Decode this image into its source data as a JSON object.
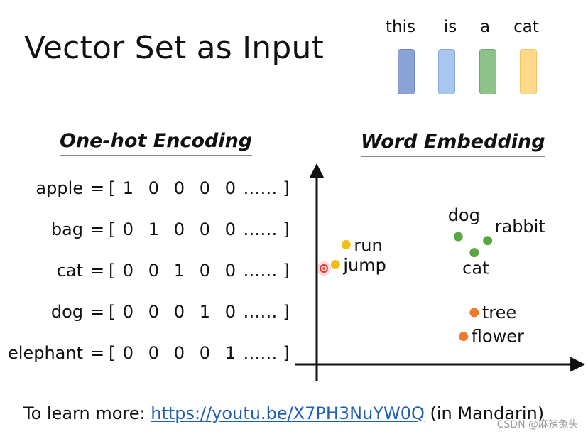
{
  "title": "Vector Set as Input",
  "tokens": [
    {
      "label": "this",
      "color": "#8aa2d6",
      "border": "#6d86c0"
    },
    {
      "label": "is",
      "color": "#a9c7ee",
      "border": "#86abdf"
    },
    {
      "label": "a",
      "color": "#8dc28a",
      "border": "#6ea66b"
    },
    {
      "label": "cat",
      "color": "#ffd88a",
      "border": "#f2c263"
    }
  ],
  "onehot": {
    "heading": "One-hot Encoding",
    "equals": "=",
    "open_bracket": "[",
    "close_bracket": "]",
    "ellipsis": "……",
    "rows": [
      {
        "word": "apple",
        "values": [
          "1",
          "0",
          "0",
          "0",
          "0"
        ]
      },
      {
        "word": "bag",
        "values": [
          "0",
          "1",
          "0",
          "0",
          "0"
        ]
      },
      {
        "word": "cat",
        "values": [
          "0",
          "0",
          "1",
          "0",
          "0"
        ]
      },
      {
        "word": "dog",
        "values": [
          "0",
          "0",
          "0",
          "1",
          "0"
        ]
      },
      {
        "word": "elephant",
        "values": [
          "0",
          "0",
          "0",
          "0",
          "1"
        ]
      }
    ]
  },
  "embedding": {
    "heading": "Word Embedding",
    "points": [
      {
        "word": "run",
        "group": "verb",
        "x": 0.11,
        "y": 0.6
      },
      {
        "word": "jump",
        "group": "verb",
        "x": 0.07,
        "y": 0.5
      },
      {
        "word": "dog",
        "group": "animal",
        "x": 0.53,
        "y": 0.64
      },
      {
        "word": "rabbit",
        "group": "animal",
        "x": 0.64,
        "y": 0.62
      },
      {
        "word": "cat",
        "group": "animal",
        "x": 0.59,
        "y": 0.56
      },
      {
        "word": "tree",
        "group": "plant",
        "x": 0.59,
        "y": 0.26
      },
      {
        "word": "flower",
        "group": "plant",
        "x": 0.55,
        "y": 0.14
      }
    ],
    "group_colors": {
      "verb": "#f2bf19",
      "animal": "#5aa642",
      "plant": "#ec7c2c"
    },
    "pointer_color": "#e8322d"
  },
  "footer": {
    "prefix": "To learn more: ",
    "link_text": "https://youtu.be/X7PH3NuYW0Q",
    "suffix": " (in Mandarin)"
  },
  "watermark": "CSDN @麻辣兔头"
}
